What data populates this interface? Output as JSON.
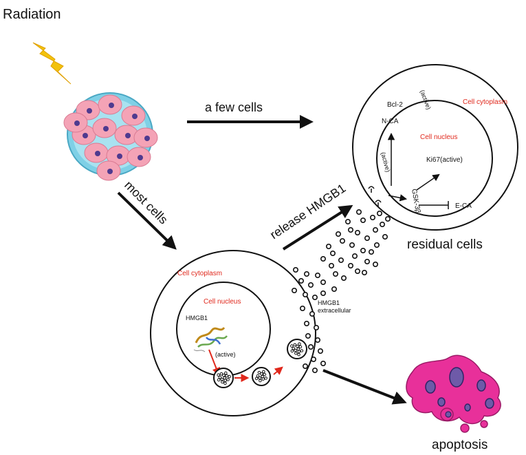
{
  "labels": {
    "radiation": "Radiation",
    "a_few_cells": "a few cells",
    "most_cells": "most cells",
    "release_hmgb1": "release HMGB1",
    "residual_cells": "residual cells",
    "apoptosis": "apoptosis"
  },
  "residual_cell": {
    "cytoplasm": "Cell cytoplasm",
    "nucleus": "Cell nucleus",
    "active_top": "(active)",
    "bcl2": "Bcl-2",
    "nca": "N-CA",
    "active_left": "(active)",
    "ki67": "Ki67(active)",
    "gsk3b": "GSK-3β",
    "eca": "E-CA"
  },
  "apoptotic_cell": {
    "cytoplasm": "Cell cytoplasm",
    "nucleus": "Cell nucleus",
    "hmgb1": "HMGB1",
    "active": "(active)",
    "extracellular": "HMGB1",
    "extracellular2": "extracellular"
  },
  "colors": {
    "red_label": "#e0281c",
    "cell_pink": "#f4a3b6",
    "cell_nucleus": "#4f3a8f",
    "dish_blue": "#7fd0e6",
    "apoptosis_pink": "#e8309a",
    "lightning": "#f2c20c"
  }
}
